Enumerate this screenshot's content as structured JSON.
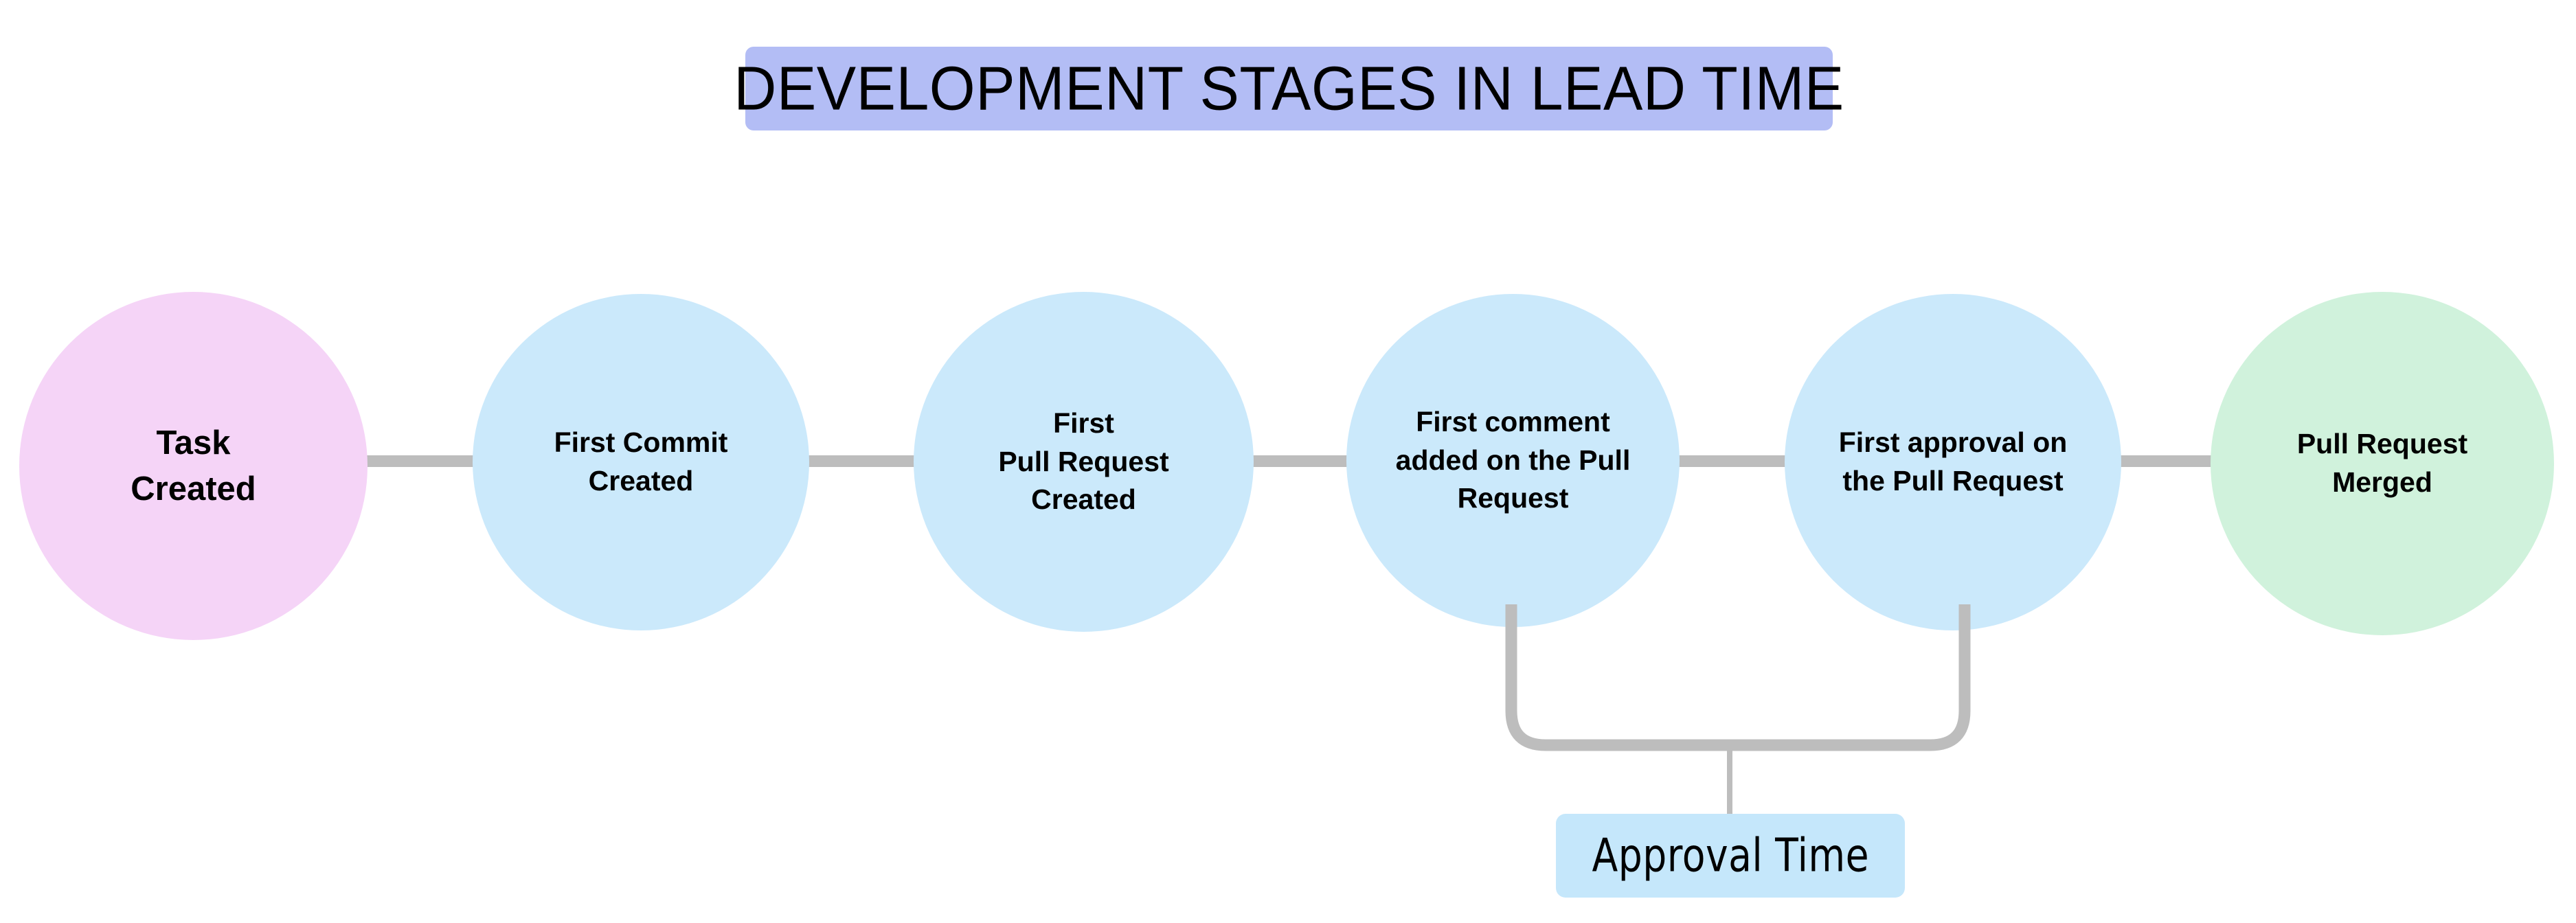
{
  "title": {
    "text": "DEVELOPMENT STAGES IN LEAD TIME",
    "background_color": "#b3bdf5",
    "text_color": "#000000"
  },
  "colors": {
    "canvas_background": "#ffffff",
    "connector_gray": "#bdbdbd",
    "stage_pink": "#f5d4f7",
    "stage_blue": "#cbe9fb",
    "stage_green": "#d0f2dc",
    "callout_blue": "#c5e7fb",
    "title_lavender": "#b3bdf5"
  },
  "stages": [
    {
      "label": "Task\nCreated",
      "color": "#f5d4f7"
    },
    {
      "label": "First Commit\nCreated",
      "color": "#cbe9fb"
    },
    {
      "label": "First\nPull Request\nCreated",
      "color": "#cbe9fb"
    },
    {
      "label": "First comment\nadded on the Pull\nRequest",
      "color": "#cbe9fb"
    },
    {
      "label": "First approval on\nthe Pull Request",
      "color": "#cbe9fb"
    },
    {
      "label": "Pull Request\nMerged",
      "color": "#d0f2dc"
    }
  ],
  "annotation": {
    "label": "Approval Time",
    "spans_from_stage": "First comment added on the Pull Request",
    "spans_to_stage": "First approval on the Pull Request",
    "background_color": "#c5e7fb"
  }
}
